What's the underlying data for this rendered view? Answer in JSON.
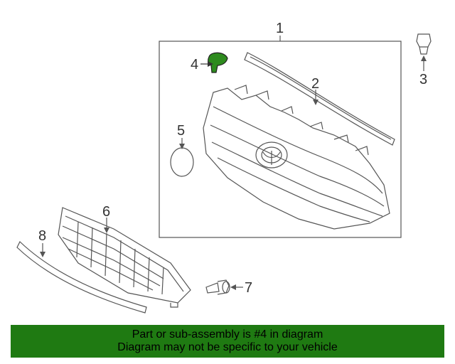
{
  "diagram": {
    "callouts": {
      "part1": "1",
      "part2": "2",
      "part3": "3",
      "part4": "4",
      "part5": "5",
      "part6": "6",
      "part7": "7",
      "part8": "8"
    },
    "highlight_color": "#2e8b1e",
    "line_color": "#555555"
  },
  "banner": {
    "line1": "Part or sub-assembly is #4 in diagram",
    "line2": "Diagram may not be specific to your vehicle",
    "background": "#1f7a12"
  }
}
